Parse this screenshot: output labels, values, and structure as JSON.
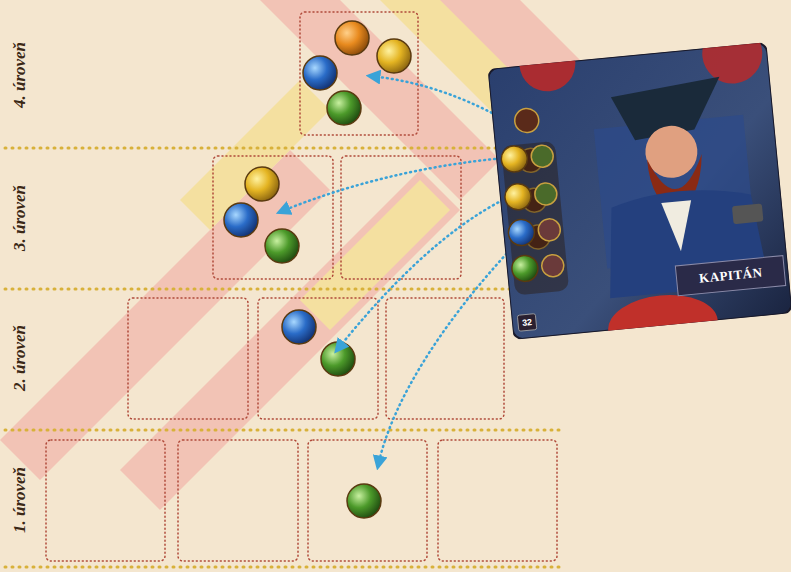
{
  "diagram": {
    "nodes": [
      {
        "text": [
          "KAPITÁN",
          "32"
        ]
      }
    ],
    "labels": [
      "4. úroveň",
      "3. úroveň",
      "2. úroveň",
      "1. úroveň"
    ]
  }
}
